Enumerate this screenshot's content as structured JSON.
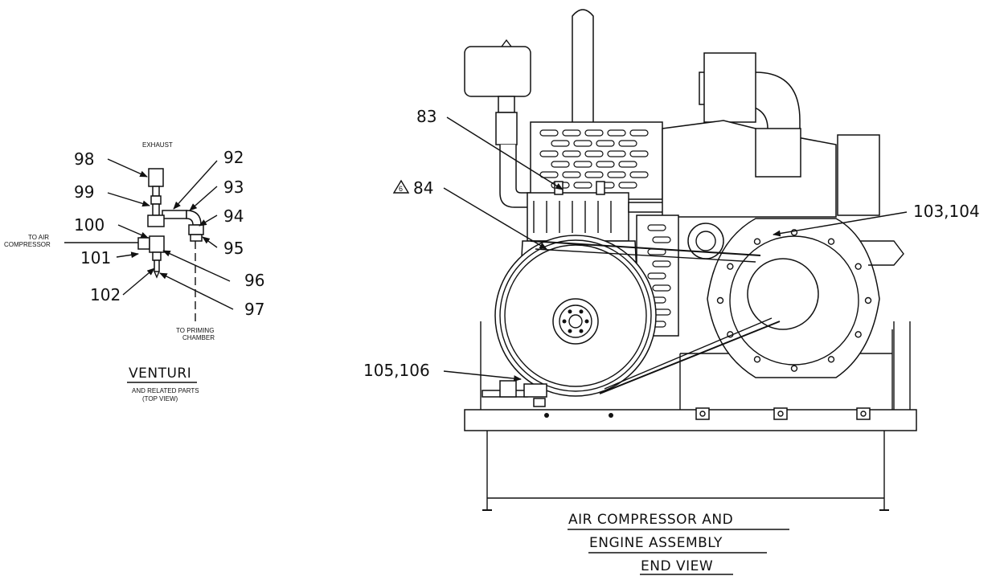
{
  "venturi": {
    "part_labels": [
      "98",
      "99",
      "100",
      "101",
      "102",
      "92",
      "93",
      "94",
      "95",
      "96",
      "97"
    ],
    "exhaust_label": "EXHAUST",
    "air_compressor_label": [
      "TO AIR",
      "COMPRESSOR"
    ],
    "priming_chamber_label": [
      "TO PRIMING",
      "CHAMBER"
    ],
    "title": "VENTURI",
    "subtitle": [
      "AND RELATED PARTS",
      "(TOP VIEW)"
    ]
  },
  "assembly": {
    "part_labels": [
      "83",
      "84",
      "103,104",
      "105,106"
    ],
    "note_symbol": "6",
    "title_lines": [
      "AIR COMPRESSOR AND",
      "ENGINE ASSEMBLY",
      "END VIEW"
    ]
  }
}
